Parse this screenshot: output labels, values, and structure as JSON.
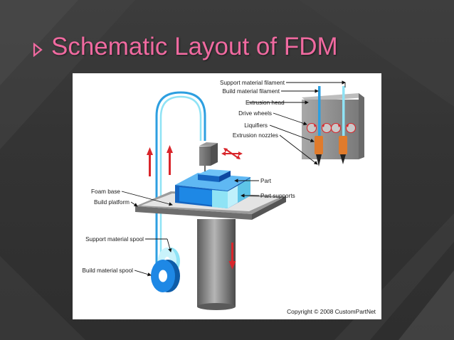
{
  "slide": {
    "title": "Schematic Layout of FDM"
  },
  "diagram": {
    "labels": {
      "support_filament": "Support material filament",
      "build_filament": "Build material filament",
      "extrusion_head": "Extrusion head",
      "drive_wheels": "Drive wheels",
      "liquifiers": "Liquifiers",
      "extrusion_nozzles": "Extrusion nozzles",
      "part": "Part",
      "part_supports": "Part supports",
      "foam_base": "Foam base",
      "build_platform": "Build platform",
      "support_spool": "Support material spool",
      "build_spool": "Build material spool"
    },
    "copyright": "Copyright © 2008 CustomPartNet"
  },
  "colors": {
    "title": "#f06aa0",
    "background": "#353535",
    "part_blue": "#1e88e5",
    "support_cyan": "#8fe3f5",
    "arrow_red": "#d9262b",
    "nozzle_orange": "#e07b2c"
  }
}
